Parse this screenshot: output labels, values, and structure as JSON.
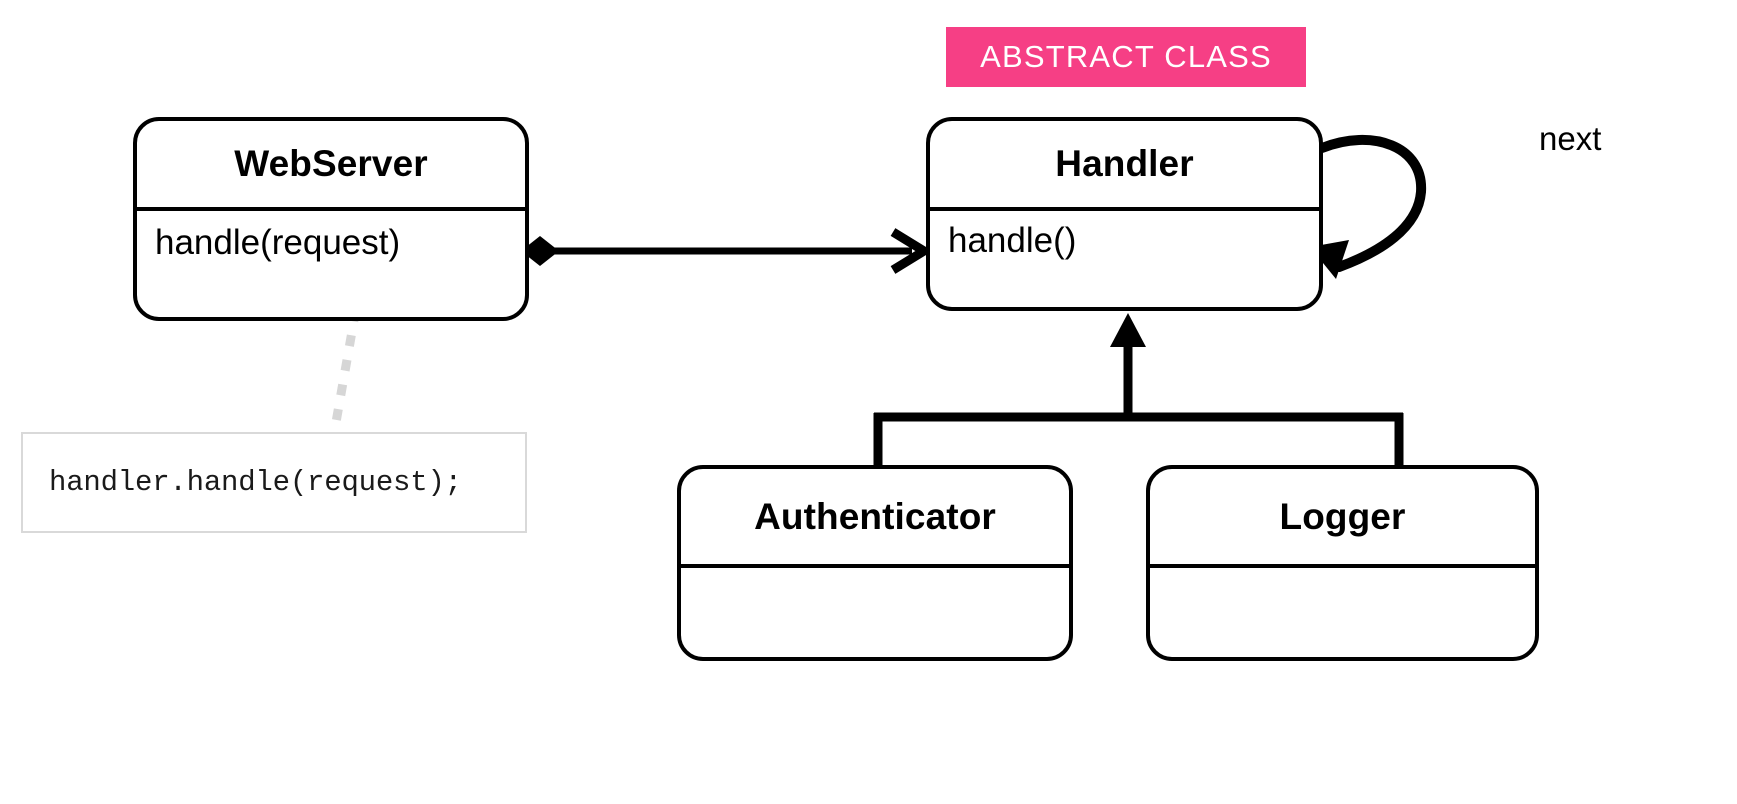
{
  "diagram": {
    "title": "Chain of Responsibility UML class diagram",
    "background_color": "#ffffff",
    "stroke_color": "#000000",
    "accent_color": "#f63f85",
    "note_border_color": "#d9d9d9"
  },
  "badges": {
    "abstract_class": {
      "label": "ABSTRACT CLASS",
      "color": "#f63f85",
      "text_color": "#ffffff",
      "attached_to": "Handler"
    }
  },
  "classes": [
    {
      "id": "webserver",
      "name": "WebServer",
      "members": [
        "handle(request)"
      ],
      "abstract": false
    },
    {
      "id": "handler",
      "name": "Handler",
      "members": [
        "handle()"
      ],
      "abstract": true
    },
    {
      "id": "authenticator",
      "name": "Authenticator",
      "members": [],
      "abstract": false
    },
    {
      "id": "logger",
      "name": "Logger",
      "members": [],
      "abstract": false
    }
  ],
  "relations": [
    {
      "id": "webserver-handler",
      "type": "composition",
      "from": "webserver",
      "to": "handler",
      "from_marker": "filled-diamond",
      "to_marker": "open-arrow",
      "label": ""
    },
    {
      "id": "handler-next",
      "type": "self-association",
      "from": "handler",
      "to": "handler",
      "to_marker": "filled-arrow",
      "label": "next"
    },
    {
      "id": "authenticator-handler",
      "type": "inheritance",
      "from": "authenticator",
      "to": "handler",
      "to_marker": "filled-triangle",
      "label": ""
    },
    {
      "id": "logger-handler",
      "type": "inheritance",
      "from": "logger",
      "to": "handler",
      "to_marker": "filled-triangle",
      "label": ""
    },
    {
      "id": "webserver-note",
      "type": "note-link",
      "from": "webserver",
      "to": "code-note",
      "style": "dotted",
      "color": "#d4d4d4"
    }
  ],
  "notes": [
    {
      "id": "code-note",
      "attached_to": "webserver",
      "code": "handler.handle(request);"
    }
  ]
}
